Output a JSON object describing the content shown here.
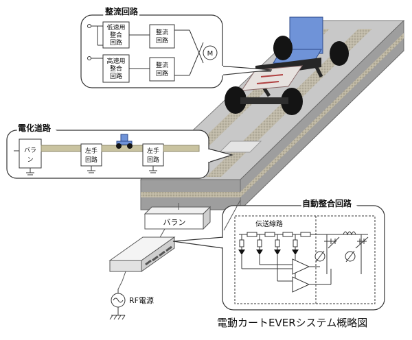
{
  "diagram": {
    "caption": "電動カートEVERシステム概略図",
    "colors": {
      "lane_top": "#c8c8c8",
      "lane_side": "#9e9e9e",
      "lane_strip": "#bdb6a2",
      "transmission_line": "#c9c3a0",
      "cart_blue": "#6f93d8",
      "cart_black": "#141414",
      "callout_stroke": "#333333"
    }
  },
  "rectifier_callout": {
    "title": "整流回路",
    "low_speed_matching": [
      "低速用",
      "整合",
      "回路"
    ],
    "high_speed_matching": [
      "高速用",
      "整合",
      "回路"
    ],
    "rectifier_top": [
      "整流",
      "回路"
    ],
    "rectifier_bottom": [
      "整流",
      "回路"
    ],
    "motor_symbol": "M"
  },
  "electrified_road_callout": {
    "title": "電化道路",
    "balun": [
      "バラ",
      "ン"
    ],
    "left_hand_circuit_1": [
      "左手",
      "回路"
    ],
    "left_hand_circuit_2": [
      "左手",
      "回路"
    ]
  },
  "balun_box": {
    "label": "バラン"
  },
  "rf_source": {
    "label": "RF電源"
  },
  "auto_matching_callout": {
    "title": "自動整合回路",
    "transmission_line_label": "伝送線路"
  }
}
